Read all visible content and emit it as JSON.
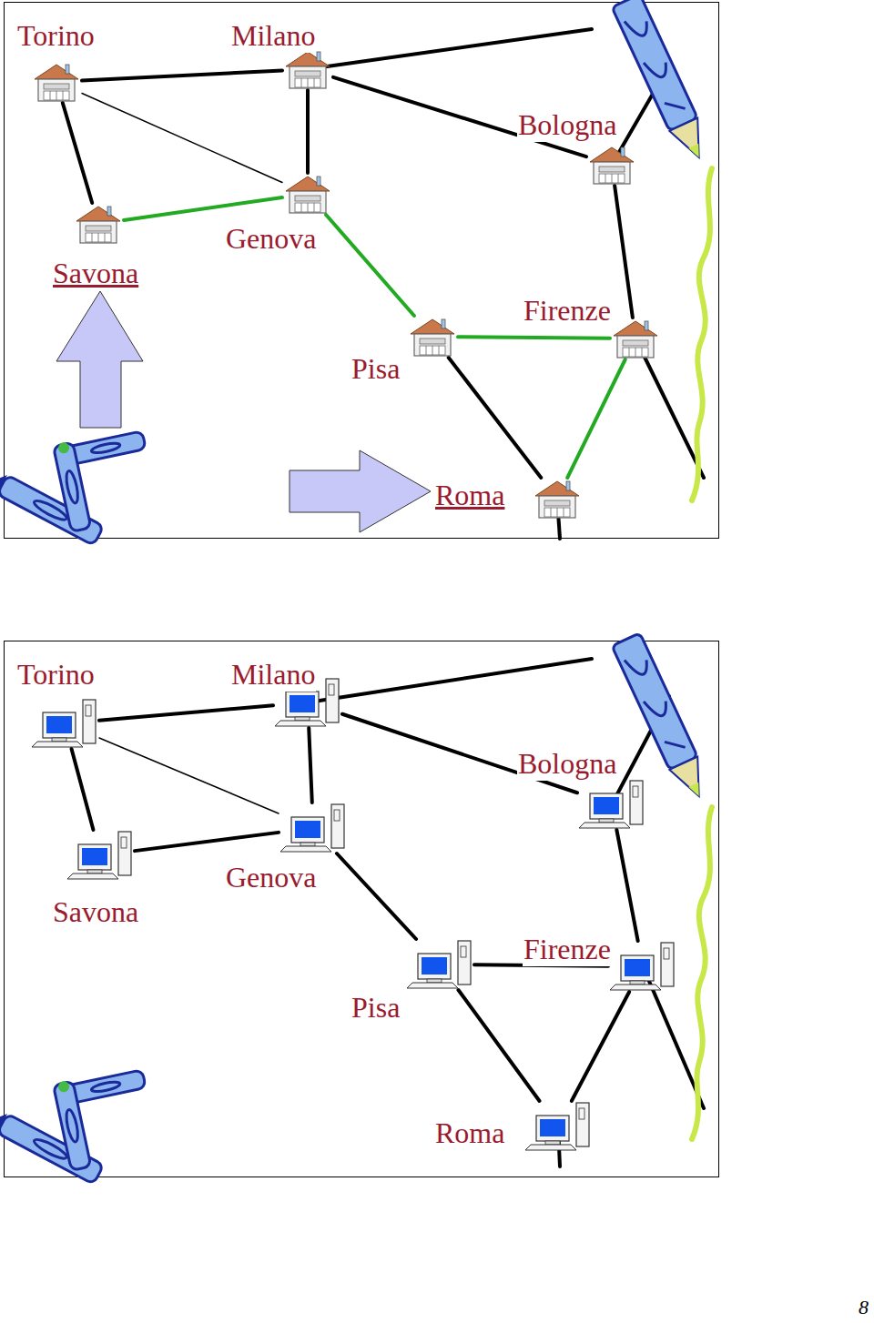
{
  "diagram": {
    "nodes": [
      {
        "text": [
          "Torino"
        ]
      },
      {
        "text": [
          "Milano"
        ]
      },
      {
        "text": [
          "Bologna"
        ]
      },
      {
        "text": [
          "Genova"
        ]
      },
      {
        "text": [
          "Savona"
        ]
      },
      {
        "text": [
          "Firenze"
        ]
      },
      {
        "text": [
          "Pisa"
        ]
      },
      {
        "text": [
          "Roma"
        ]
      },
      {
        "text": [
          "Torino"
        ]
      },
      {
        "text": [
          "Milano"
        ]
      },
      {
        "text": [
          "Bologna"
        ]
      },
      {
        "text": [
          "Genova"
        ]
      },
      {
        "text": [
          "Savona"
        ]
      },
      {
        "text": [
          "Firenze"
        ]
      },
      {
        "text": [
          "Pisa"
        ]
      },
      {
        "text": [
          "Roma"
        ]
      }
    ],
    "edges": [
      {
        "from": 0,
        "to": 1,
        "arrow": "none"
      },
      {
        "from": 0,
        "to": 3,
        "arrow": "none"
      },
      {
        "from": 0,
        "to": 4,
        "arrow": "none"
      },
      {
        "from": 1,
        "to": 3,
        "arrow": "none"
      },
      {
        "from": 1,
        "to": 2,
        "arrow": "none"
      },
      {
        "from": 4,
        "to": 3,
        "arrow": "none"
      },
      {
        "from": 3,
        "to": 6,
        "arrow": "none"
      },
      {
        "from": 6,
        "to": 5,
        "arrow": "none"
      },
      {
        "from": 5,
        "to": 7,
        "arrow": "none"
      },
      {
        "from": 6,
        "to": 7,
        "arrow": "none"
      },
      {
        "from": 2,
        "to": 5,
        "arrow": "none"
      },
      {
        "from": 8,
        "to": 9,
        "arrow": "none"
      },
      {
        "from": 8,
        "to": 11,
        "arrow": "none"
      },
      {
        "from": 8,
        "to": 12,
        "arrow": "none"
      },
      {
        "from": 9,
        "to": 11,
        "arrow": "none"
      },
      {
        "from": 9,
        "to": 10,
        "arrow": "none"
      },
      {
        "from": 12,
        "to": 11,
        "arrow": "none"
      },
      {
        "from": 11,
        "to": 14,
        "arrow": "none"
      },
      {
        "from": 14,
        "to": 13,
        "arrow": "none"
      },
      {
        "from": 13,
        "to": 15,
        "arrow": "none"
      },
      {
        "from": 14,
        "to": 15,
        "arrow": "none"
      },
      {
        "from": 10,
        "to": 13,
        "arrow": "none"
      }
    ],
    "labels": [
      "8"
    ]
  }
}
